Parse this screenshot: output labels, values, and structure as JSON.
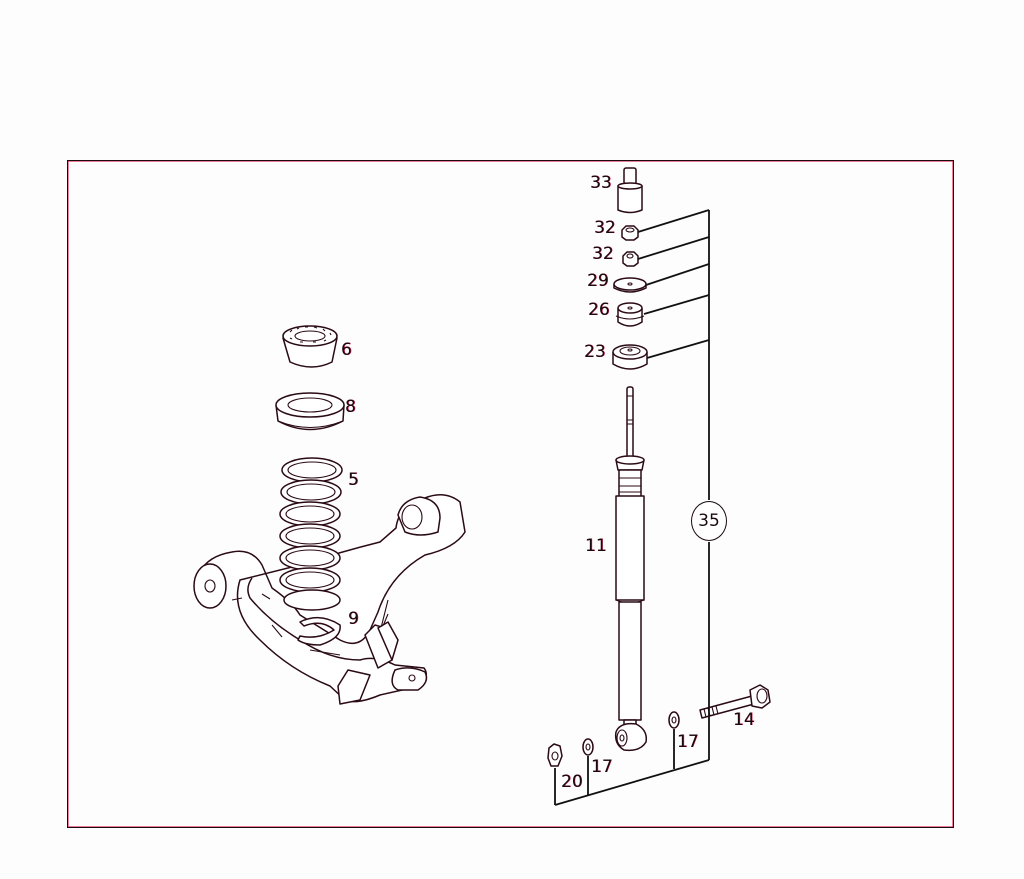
{
  "diagram": {
    "type": "exploded-parts-view",
    "subject": "front suspension: coil spring, lower control arm and shock absorber",
    "colors": {
      "line": "#1a0a10",
      "fringe": "#e0305a",
      "background": "#fdfdfd"
    },
    "callouts": [
      {
        "id": "6",
        "label": "6",
        "part": "spring-upper-mount"
      },
      {
        "id": "8",
        "label": "8",
        "part": "spring-pad-ring"
      },
      {
        "id": "5",
        "label": "5",
        "part": "coil-spring"
      },
      {
        "id": "9",
        "label": "9",
        "part": "lower-spring-pad"
      },
      {
        "id": "33",
        "label": "33",
        "part": "bump-stop-cap"
      },
      {
        "id": "32a",
        "label": "32",
        "part": "hex-nut"
      },
      {
        "id": "32b",
        "label": "32",
        "part": "hex-nut"
      },
      {
        "id": "29",
        "label": "29",
        "part": "washer-disc"
      },
      {
        "id": "26",
        "label": "26",
        "part": "upper-rubber-bushing"
      },
      {
        "id": "23",
        "label": "23",
        "part": "lower-rubber-bushing"
      },
      {
        "id": "11",
        "label": "11",
        "part": "shock-absorber"
      },
      {
        "id": "14",
        "label": "14",
        "part": "mounting-bolt"
      },
      {
        "id": "17a",
        "label": "17",
        "part": "washer"
      },
      {
        "id": "17b",
        "label": "17",
        "part": "washer"
      },
      {
        "id": "20",
        "label": "20",
        "part": "flange-nut"
      }
    ],
    "kit": {
      "label": "35",
      "groups": [
        "32",
        "32",
        "29",
        "26",
        "23",
        "14",
        "17",
        "17",
        "20"
      ]
    }
  }
}
